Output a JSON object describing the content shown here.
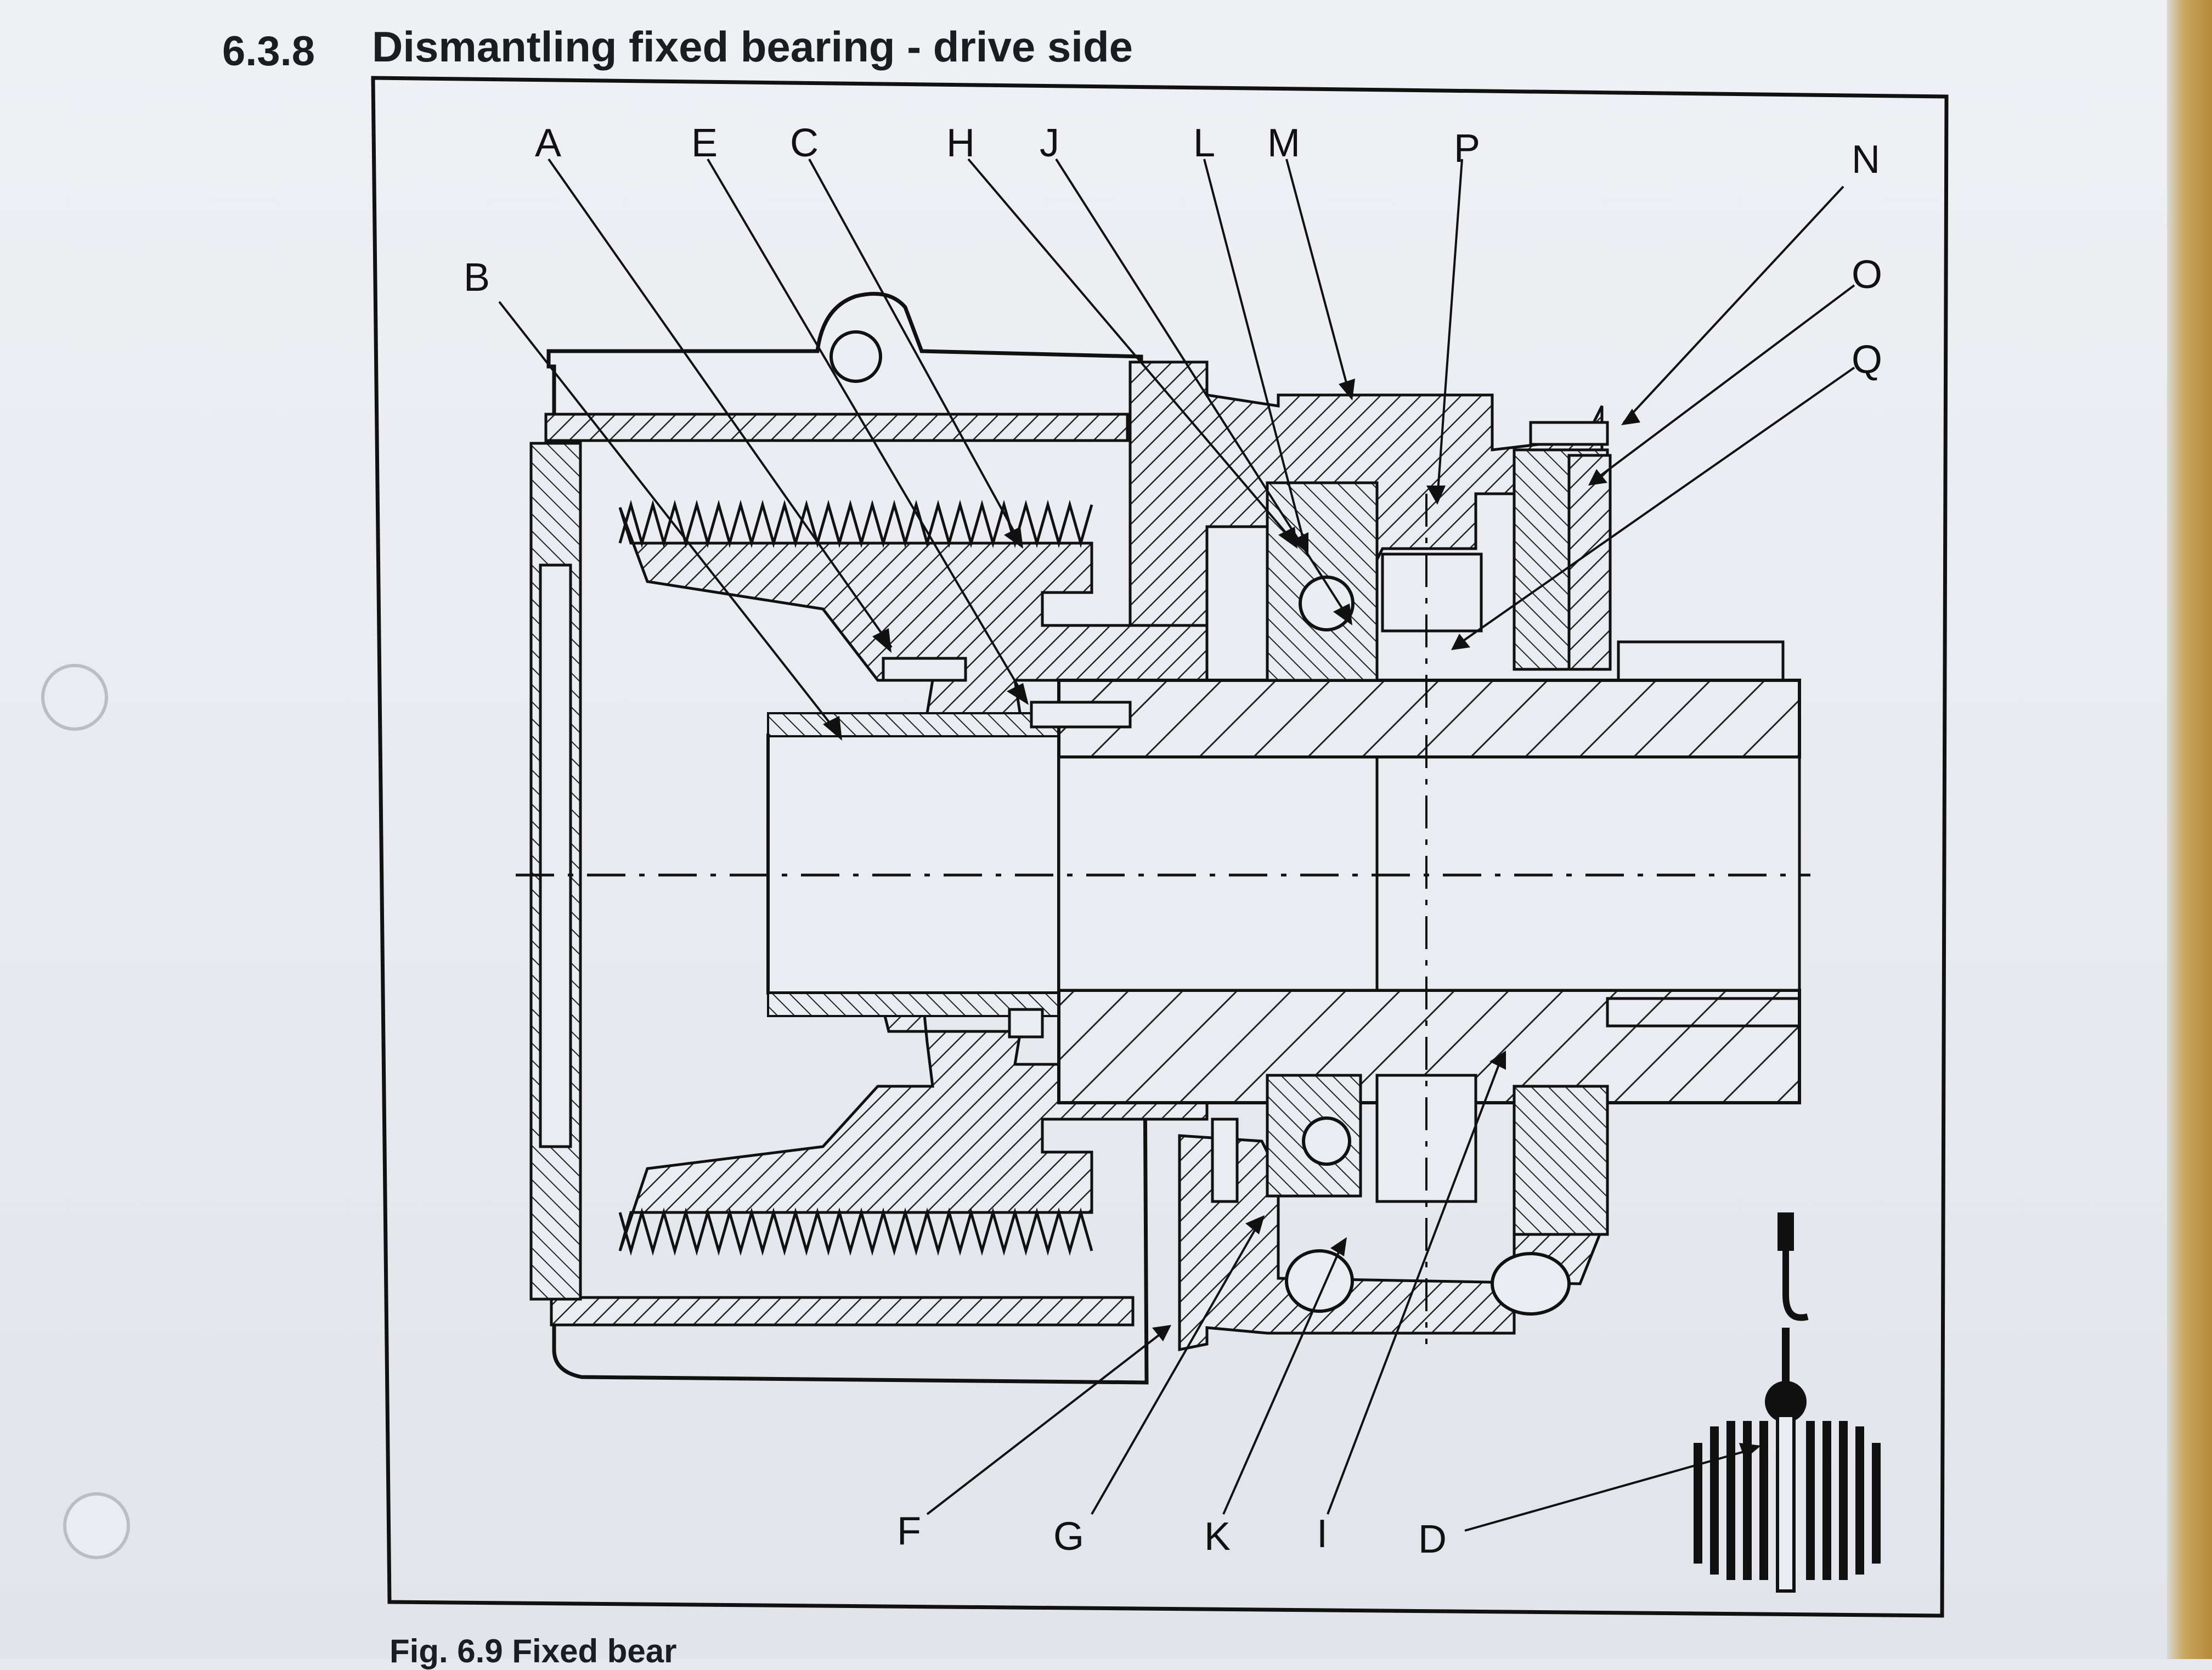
{
  "document": {
    "section_number": "6.3.8",
    "section_title": "Dismantling fixed bearing - drive side",
    "caption_fragment": "Fig. 6.9  Fixed bear"
  },
  "figure": {
    "labels_top": [
      "A",
      "E",
      "C",
      "H",
      "J",
      "L",
      "M",
      "P"
    ],
    "labels_right": [
      "N",
      "O",
      "Q"
    ],
    "labels_left": [
      "B"
    ],
    "labels_bottom": [
      "F",
      "G",
      "K",
      "I",
      "D"
    ]
  },
  "colors": {
    "paper": "#e9ecf0",
    "ink": "#111111",
    "hatch": "#222222"
  }
}
